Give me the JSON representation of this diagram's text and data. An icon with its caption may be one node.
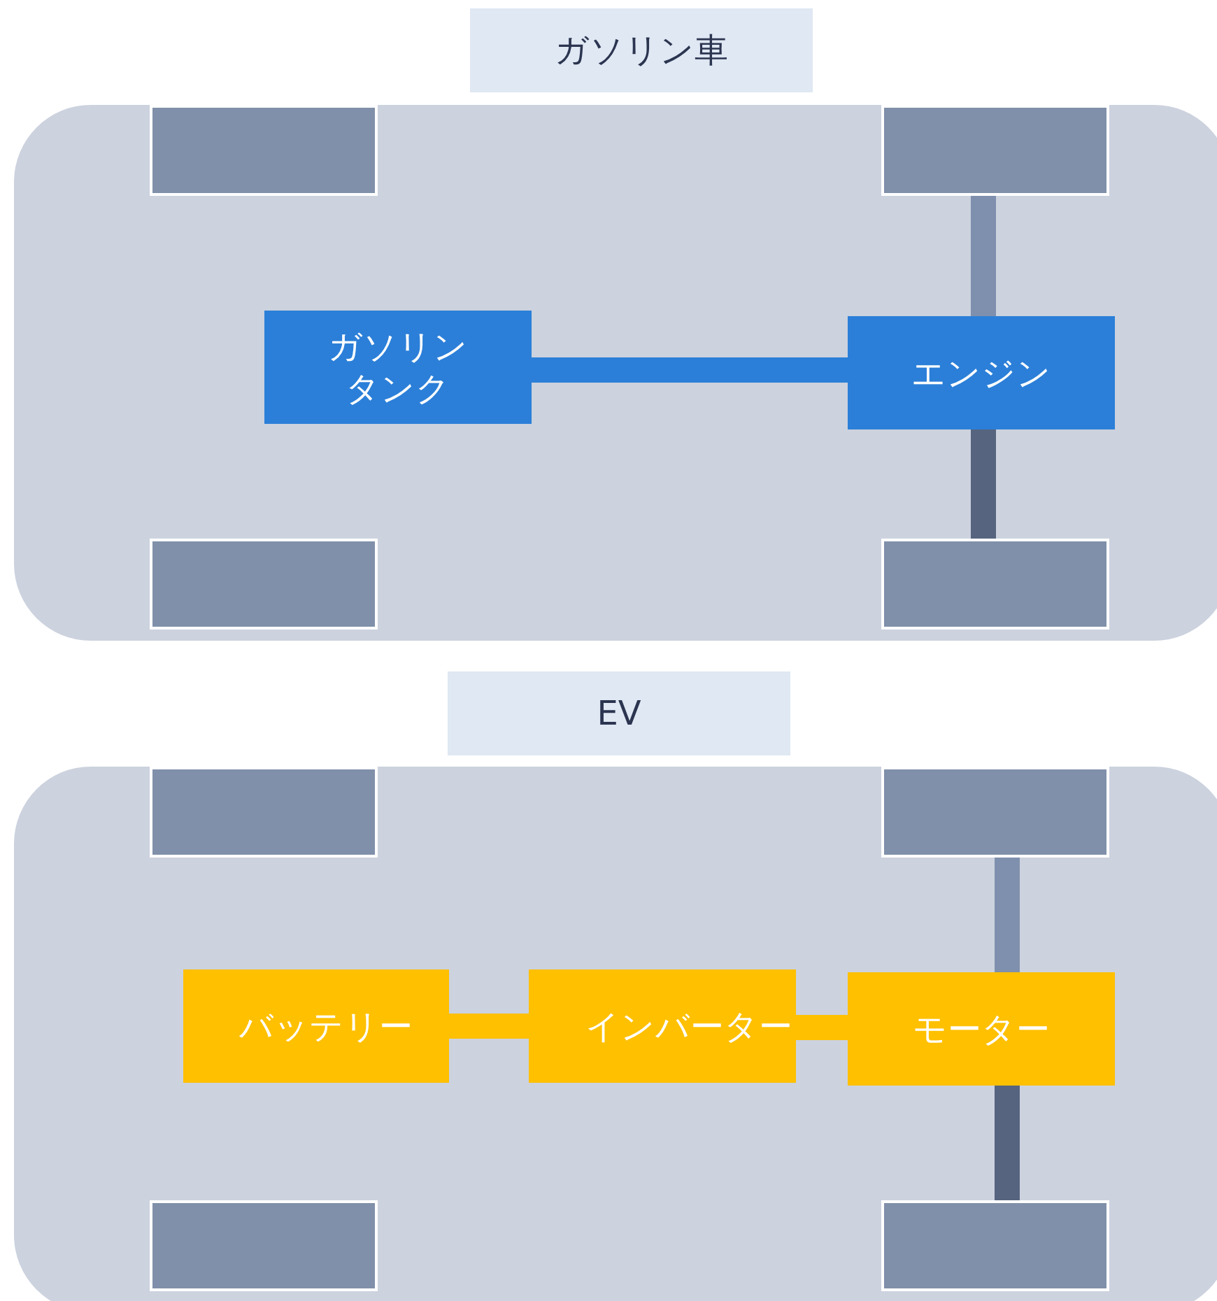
{
  "diagram": {
    "nodes": [
      {
        "text": [
          "ガソリン車"
        ]
      },
      {
        "text": [],
        "shape": "box"
      },
      {
        "text": [],
        "shape": "box",
        "in": 1
      },
      {
        "text": [],
        "shape": "box",
        "in": 1
      },
      {
        "text": [
          "ガソリンタンク"
        ],
        "in": 1
      },
      {
        "text": [
          "エンジン"
        ],
        "in": 1
      },
      {
        "text": [],
        "shape": "box",
        "in": 1
      },
      {
        "text": [],
        "shape": "box",
        "in": 1
      },
      {
        "text": [
          "EV"
        ]
      },
      {
        "text": [],
        "shape": "box"
      },
      {
        "text": [],
        "shape": "box",
        "in": 9
      },
      {
        "text": [],
        "shape": "box",
        "in": 9
      },
      {
        "text": [
          "バッテリー"
        ],
        "in": 9
      },
      {
        "text": [
          "インバーター"
        ],
        "in": 9
      },
      {
        "text": [
          "モーター"
        ],
        "in": 9
      },
      {
        "text": [],
        "shape": "box",
        "in": 9
      },
      {
        "text": [],
        "shape": "box",
        "in": 9
      }
    ],
    "edges": [
      {
        "from": 4,
        "to": 5,
        "arrow": "none",
        "color": "#2b7fd8"
      },
      {
        "from": 3,
        "to": 5,
        "arrow": "none"
      },
      {
        "from": 5,
        "to": 7,
        "arrow": "none",
        "color": "#56647f"
      },
      {
        "from": 12,
        "to": 13,
        "arrow": "none",
        "color": "#ffc000"
      },
      {
        "from": 13,
        "to": 14,
        "arrow": "none",
        "color": "#ffc000"
      },
      {
        "from": 11,
        "to": 14,
        "arrow": "none"
      },
      {
        "from": 14,
        "to": 16,
        "arrow": "none",
        "color": "#56647f"
      }
    ]
  }
}
